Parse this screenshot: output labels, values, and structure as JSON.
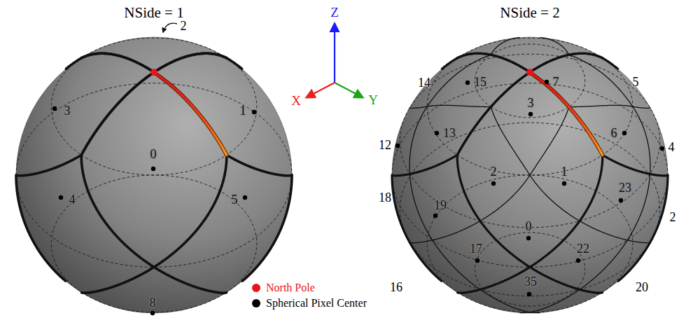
{
  "diagram": {
    "labels": [
      "NSide = 1",
      "NSide = 2",
      "2",
      "Z",
      "X",
      "Y",
      "3",
      "1",
      "0",
      "4",
      "5",
      "8",
      "14",
      "15",
      "7",
      "5",
      "3",
      "6",
      "4",
      "13",
      "2",
      "1",
      "12",
      "19",
      "23",
      "18",
      "0",
      "2",
      "17",
      "22",
      "16",
      "35",
      "20"
    ],
    "legend": [
      {
        "text": "North Pole",
        "color": "#e8141c"
      },
      {
        "text": "Spherical Pixel Center",
        "color": "#000000"
      }
    ]
  }
}
